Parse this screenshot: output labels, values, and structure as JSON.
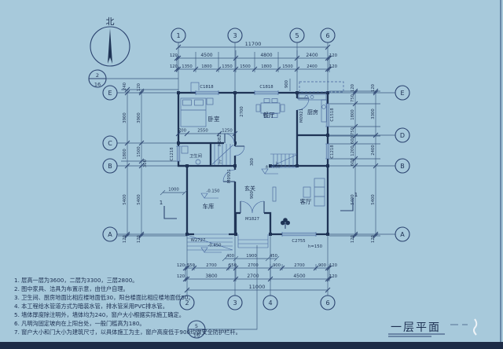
{
  "colors": {
    "background": "#a7c9db",
    "ink": "#22375c",
    "band": "#1c2b46"
  },
  "title": {
    "text": "一层平面"
  },
  "north": {
    "label": "北"
  },
  "section": {
    "label": "1"
  },
  "details": {
    "top": {
      "num": "2",
      "den": "16"
    },
    "bottom": {
      "num": "5",
      "den": "16"
    }
  },
  "grid": {
    "top": [
      "1",
      "3",
      "5",
      "6"
    ],
    "bottom": [
      "2",
      "3",
      "4",
      "6"
    ],
    "left": [
      "E",
      "C",
      "B",
      "A"
    ],
    "right": [
      "E",
      "D",
      "B",
      "A"
    ]
  },
  "rooms": {
    "bedroom": "卧室",
    "dining": "餐厅",
    "kitchen": "厨房",
    "bath": "卫生间",
    "garage": "车库",
    "foyer": "玄关",
    "living": "客厅",
    "up": "上"
  },
  "openings": {
    "c1818a": "C1818",
    "c1818b": "C1818",
    "c1518": "C1518",
    "c1218r": "C1218",
    "c1218l": "C1218",
    "c2755": "C2755",
    "m0921k": "M0921",
    "m0921f": "M0921",
    "m0821": "M0821",
    "m1827": "M1827",
    "w2727": "W2727"
  },
  "levels": {
    "zero": "±0.000",
    "garage": "-0.150",
    "outside": "-0.450",
    "step": "h=150"
  },
  "dims": {
    "top_total": "11700",
    "top_main": [
      "120",
      "4500",
      "4800",
      "2400",
      "120"
    ],
    "top_fine": [
      "120",
      "1350",
      "1800",
      "1350",
      "1500",
      "1800",
      "1500",
      "2400",
      "120"
    ],
    "bottom_fine": [
      "120",
      "550",
      "2700",
      "550",
      "2700",
      "900",
      "2700",
      "900",
      "120"
    ],
    "bottom_main": [
      "120",
      "3800",
      "2700",
      "4500",
      "120"
    ],
    "bottom_total": "11000",
    "left_outer": [
      "240",
      "3900",
      "1800",
      "5400",
      "120"
    ],
    "left_inner": [
      "120",
      "3900",
      "1500",
      "300",
      "5400",
      "120"
    ],
    "right_inner": [
      "120",
      "750",
      "1800",
      "750",
      "600",
      "1200",
      "600",
      "5400",
      "120"
    ],
    "right_outer": [
      "120",
      "3300",
      "2400",
      "5400",
      "120"
    ],
    "bedroom": [
      "700",
      "2550",
      "1250"
    ],
    "porch": [
      "400",
      "1900",
      "450"
    ],
    "misc": {
      "dining_h": "2700",
      "balcony": "900",
      "garage": "1000",
      "foyer_a": "300",
      "foyer_b": "900"
    }
  },
  "notes": [
    "1. 层高一层为3600，二层为3300，三层2800。",
    "2. 图中家具、洁具为布置示意，由住户自理。",
    "3. 卫生间、厨房地面比相应楼地面低30，阳台楼面比相应楼地面低50。",
    "4. 本工程给水管道方式为暗装水管，排水管采用PVC排水管。",
    "5. 墙体厚度除注明外，墙体均为240，窗户大小根据实际施工确定。",
    "6. 凡明沟固定坡向在上阳台处，一般门槛高为180。",
    "7. 窗户大小和门大小为建筑尺寸，以具体施工为主，窗户高度低于900均做安全防护栏杆。"
  ]
}
